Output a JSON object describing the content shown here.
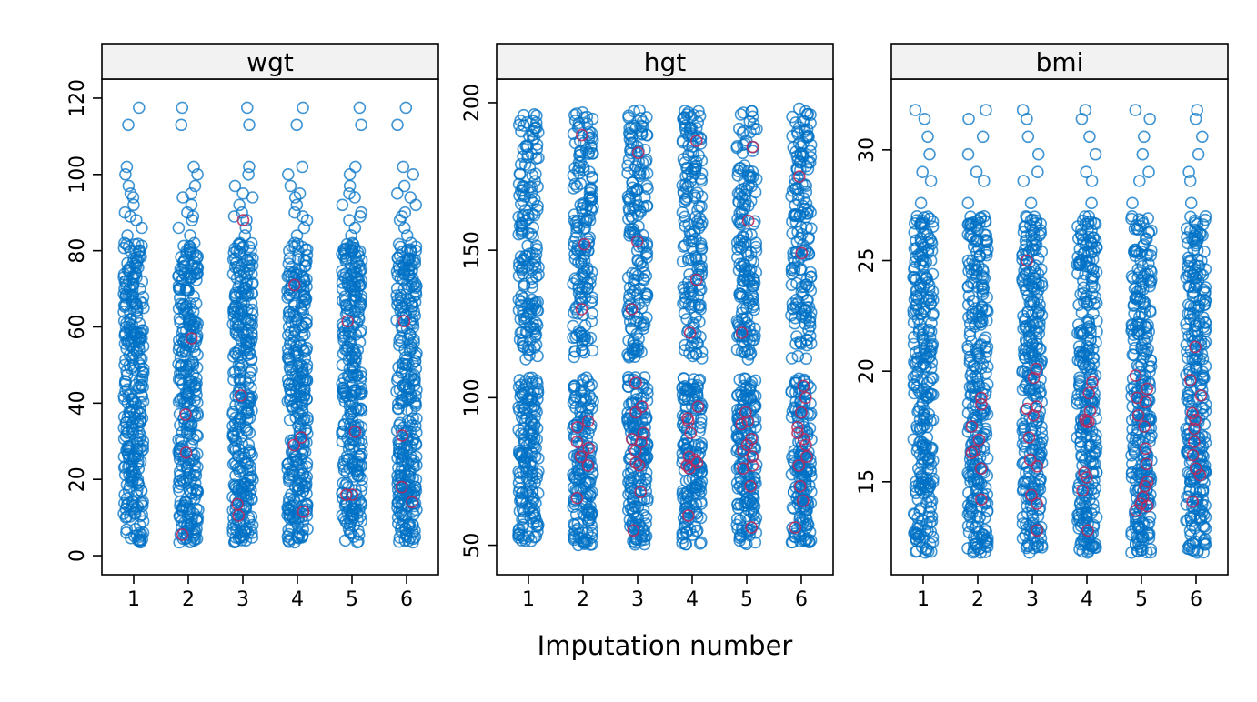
{
  "figure": {
    "xlabel": "Imputation number"
  },
  "colors": {
    "observed": "#0072C6",
    "imputed": "#B8285A",
    "strip_fill": "#F2F2F2",
    "frame": "#000000"
  },
  "chart_data": [
    {
      "type": "scatter",
      "panel": "wgt",
      "categories": [
        "1",
        "2",
        "3",
        "4",
        "5",
        "6"
      ],
      "ylim": [
        -5,
        125
      ],
      "yticks": [
        0,
        20,
        40,
        60,
        80,
        100,
        120
      ],
      "observed_range": [
        3.5,
        117.5
      ],
      "observed_values": [
        117.5,
        113,
        102,
        100,
        97,
        95,
        94,
        92,
        90,
        89,
        88,
        86,
        84,
        82,
        81,
        80,
        78,
        76,
        74,
        72,
        70,
        68,
        66,
        64,
        62,
        60,
        58,
        56,
        54,
        52,
        50,
        48,
        46,
        44,
        42,
        40,
        38,
        36,
        34,
        32,
        30,
        28,
        26,
        24,
        22,
        21,
        20,
        19,
        18,
        17,
        16,
        15,
        14,
        13,
        12,
        11,
        10,
        9,
        8,
        7,
        6,
        5,
        4,
        3.5
      ],
      "imputed": [
        {
          "x": "1",
          "values": []
        },
        {
          "x": "2",
          "values": [
            57,
            37,
            27,
            5.5
          ]
        },
        {
          "x": "3",
          "values": [
            88,
            42,
            13.5,
            10.5
          ]
        },
        {
          "x": "4",
          "values": [
            71,
            31,
            29,
            11.5
          ]
        },
        {
          "x": "5",
          "values": [
            61.5,
            32.5,
            16,
            16
          ]
        },
        {
          "x": "6",
          "values": [
            61.5,
            31.5,
            18,
            14
          ]
        }
      ]
    },
    {
      "type": "scatter",
      "panel": "hgt",
      "categories": [
        "1",
        "2",
        "3",
        "4",
        "5",
        "6"
      ],
      "ylim": [
        40,
        208
      ],
      "yticks": [
        50,
        100,
        150,
        200
      ],
      "observed_range": [
        50,
        198
      ],
      "observed_bands": [
        [
          50,
          107
        ],
        [
          113,
          198
        ]
      ],
      "imputed": [
        {
          "x": "1",
          "values": []
        },
        {
          "x": "2",
          "values": [
            189,
            152,
            130,
            92,
            90,
            85,
            83,
            82,
            80,
            77,
            66
          ]
        },
        {
          "x": "3",
          "values": [
            183,
            153,
            130,
            105,
            97,
            95,
            88,
            86,
            85,
            82,
            78,
            77,
            68,
            55
          ]
        },
        {
          "x": "4",
          "values": [
            187,
            140,
            122,
            97,
            93,
            92,
            88,
            80,
            79,
            78,
            77,
            76,
            60
          ]
        },
        {
          "x": "5",
          "values": [
            185,
            160,
            122,
            95,
            92,
            91,
            86,
            84,
            82,
            80,
            77,
            76,
            70,
            56
          ]
        },
        {
          "x": "6",
          "values": [
            175,
            149,
            104,
            100,
            95,
            90,
            88,
            86,
            84,
            80,
            77,
            70,
            65,
            56
          ]
        }
      ]
    },
    {
      "type": "scatter",
      "panel": "bmi",
      "categories": [
        "1",
        "2",
        "3",
        "4",
        "5",
        "6"
      ],
      "ylim": [
        10.8,
        33.2
      ],
      "yticks": [
        15,
        20,
        25,
        30
      ],
      "observed_range": [
        11.8,
        31.8
      ],
      "observed_values": [
        31.8,
        31.4,
        30.6,
        29.8,
        29,
        28.6,
        27.6,
        27,
        26.8,
        26,
        25.4,
        25,
        24.6,
        24.2,
        23.8,
        23.4,
        23,
        22.6,
        22.2,
        21.8,
        21.4,
        21,
        20.6,
        20.2,
        19.8,
        19.4,
        19,
        18.6,
        18.2,
        17.8,
        17.4,
        17,
        16.6,
        16.2,
        15.8,
        15.4,
        15,
        14.6,
        14.2,
        13.8,
        13.4,
        13,
        12.6,
        12.2,
        11.8
      ],
      "imputed": [
        {
          "x": "1",
          "values": []
        },
        {
          "x": "2",
          "values": [
            18.8,
            18.5,
            17.5,
            16.9,
            16.4,
            16.3,
            15.6,
            14.2
          ]
        },
        {
          "x": "3",
          "values": [
            25,
            20.1,
            19.7,
            18.4,
            18.3,
            18,
            17,
            16,
            15.7,
            14.4,
            14,
            12.8
          ]
        },
        {
          "x": "4",
          "values": [
            19.5,
            19,
            18.2,
            17.8,
            17.7,
            17.7,
            15.4,
            15.2,
            14.6,
            12.8
          ]
        },
        {
          "x": "5",
          "values": [
            19.8,
            19.2,
            18.8,
            18.6,
            18,
            17.5,
            16.5,
            15.8,
            15,
            14.8,
            14.3,
            14,
            13.9,
            13.7
          ]
        },
        {
          "x": "6",
          "values": [
            21.1,
            19.6,
            18.9,
            18.1,
            17.8,
            17.4,
            16.8,
            16.2,
            15.6,
            15.3,
            14.1
          ]
        }
      ]
    }
  ]
}
